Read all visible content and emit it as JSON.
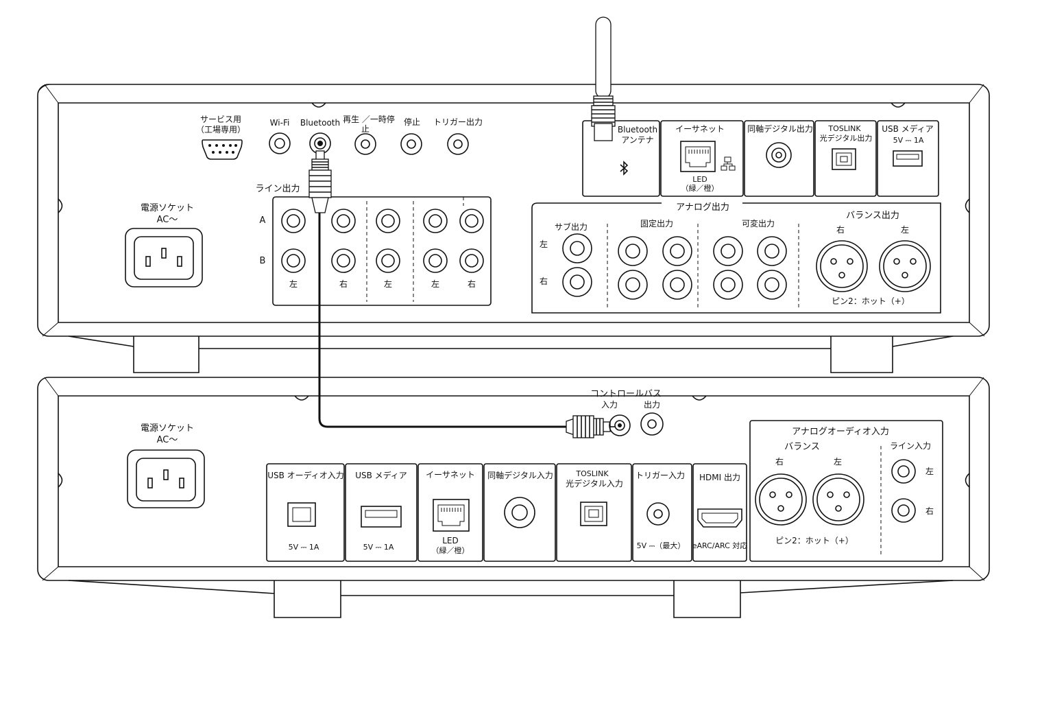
{
  "top_unit": {
    "service": {
      "line1": "サービス用",
      "line2": "（工場専用）"
    },
    "wifi": "Wi-Fi",
    "bluetooth": "Bluetooth",
    "play_pause": {
      "line1": "再生 ／一時停",
      "line2": "止"
    },
    "stop": "停止",
    "trigger_out": "トリガー出力",
    "power_socket": {
      "line1": "電源ソケット",
      "line2": "AC～"
    },
    "line_out": {
      "title": "ライン出力",
      "row_a": "A",
      "row_b": "B",
      "channels": [
        "左",
        "右",
        "左",
        "左",
        "右"
      ]
    },
    "bt_antenna": {
      "line1": "Bluetooth",
      "line2": "アンテナ"
    },
    "ethernet": {
      "title": "イーサネット",
      "led": "LED",
      "led_colors": "（緑／橙）"
    },
    "coax_out": "同軸デジタル出力",
    "toslink_out": {
      "line1": "TOSLINK",
      "line2": "光デジタル出力"
    },
    "usb_media": {
      "line1": "USB メディア",
      "line2": "5V ⎓ 1A"
    },
    "analog_out": {
      "title": "アナログ出力",
      "sub_out": "サブ出力",
      "left": "左",
      "right": "右",
      "fixed_out": "固定出力",
      "variable_out": "可変出力",
      "balanced_out": "バランス出力",
      "bal_right": "右",
      "bal_left": "左",
      "pin_note": "ピン2：ホット（+）"
    }
  },
  "bottom_unit": {
    "power_socket": {
      "line1": "電源ソケット",
      "line2": "AC～"
    },
    "control_bus": {
      "title": "コントロールバス",
      "in": "入力",
      "out": "出力"
    },
    "usb_audio_in": {
      "title": "USB オーディオ入力",
      "spec": "5V ⎓ 1A"
    },
    "usb_media": {
      "title": "USB メディア",
      "spec": "5V ⎓ 1A"
    },
    "ethernet": {
      "title": "イーサネット",
      "led": "LED",
      "led_colors": "（緑／橙）"
    },
    "coax_in": "同軸デジタル入力",
    "toslink_in": {
      "line1": "TOSLINK",
      "line2": "光デジタル入力"
    },
    "trigger_in": {
      "title": "トリガー入力",
      "spec": "5V ⎓（最大）"
    },
    "hdmi_out": {
      "title": "HDMI 出力",
      "spec": "eARC/ARC 対応"
    },
    "analog_in": {
      "title": "アナログオーディオ入力",
      "balanced": "バランス",
      "right": "右",
      "left": "左",
      "pin_note": "ピン2：ホット（+）",
      "line_in": "ライン入力",
      "line_left": "左",
      "line_right": "右"
    }
  },
  "colors": {
    "line": "#111111",
    "background": "#ffffff"
  }
}
